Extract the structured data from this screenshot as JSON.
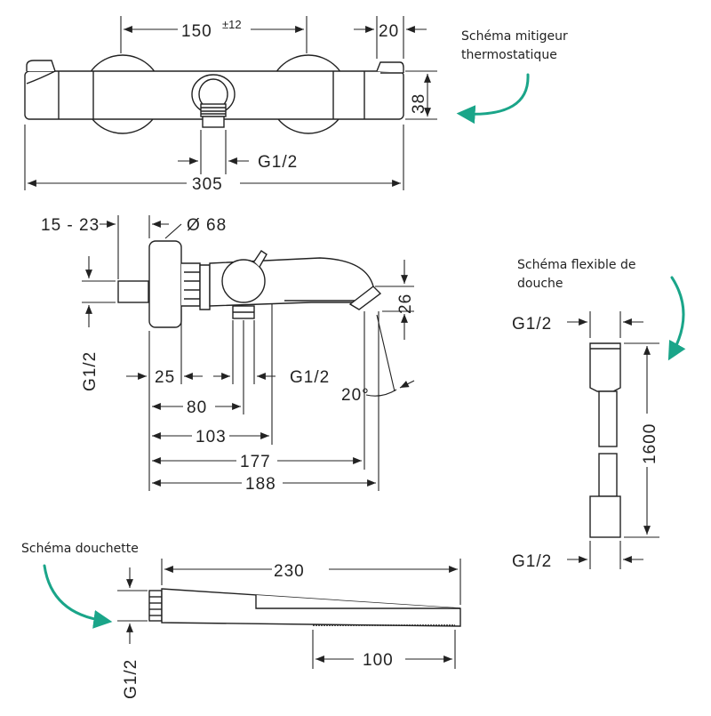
{
  "labels": {
    "thermostat_caption": "Schéma mitigeur thermostatique",
    "hose_caption": "Schéma flexible de douche",
    "handshower_caption": "Schéma douchette"
  },
  "dimensions": {
    "d150": "150",
    "tol12": "±12",
    "d20": "20",
    "d38": "38",
    "g12_top": "G1/2",
    "d305": "305",
    "d15_23": "15 - 23",
    "d68": "Ø 68",
    "g12_side_vertical": "G1/2",
    "d25": "25",
    "g12_side": "G1/2",
    "d26": "26",
    "d20deg": "20°",
    "d80": "80",
    "d103": "103",
    "d177": "177",
    "d188": "188",
    "g12_hose_top": "G1/2",
    "d1600": "1600",
    "g12_hose_bottom": "G1/2",
    "d230": "230",
    "d100": "100",
    "g12_shower": "G1/2"
  },
  "colors": {
    "line": "#222222",
    "accent_arrow": "#1aa589"
  }
}
